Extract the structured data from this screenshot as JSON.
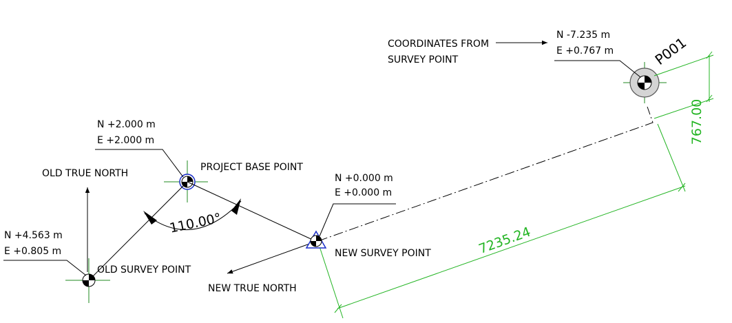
{
  "labels": {
    "coords_from_line1": "COORDINATES FROM",
    "coords_from_line2": "SURVEY POINT",
    "p001_n": "N -7.235 m",
    "p001_e": "E +0.767 m",
    "p001_name": "P001",
    "pbp_n": "N +2.000 m",
    "pbp_e": "E +2.000 m",
    "pbp_name": "PROJECT BASE POINT",
    "old_true_north": "OLD TRUE NORTH",
    "nsp_n": "N +0.000 m",
    "nsp_e": "E +0.000 m",
    "nsp_name": "NEW SURVEY POINT",
    "osp_n": "N +4.563 m",
    "osp_e": "E +0.805 m",
    "osp_name": "OLD SURVEY POINT",
    "new_true_north": "NEW TRUE NORTH",
    "angle": "110.00°",
    "dim_long": "7235.24",
    "dim_short": "767.00"
  },
  "colors": {
    "line": "#000000",
    "dimension": "#22b422",
    "survey_marker": "#1a2ec8",
    "crosshair": "#1f8a1f"
  }
}
